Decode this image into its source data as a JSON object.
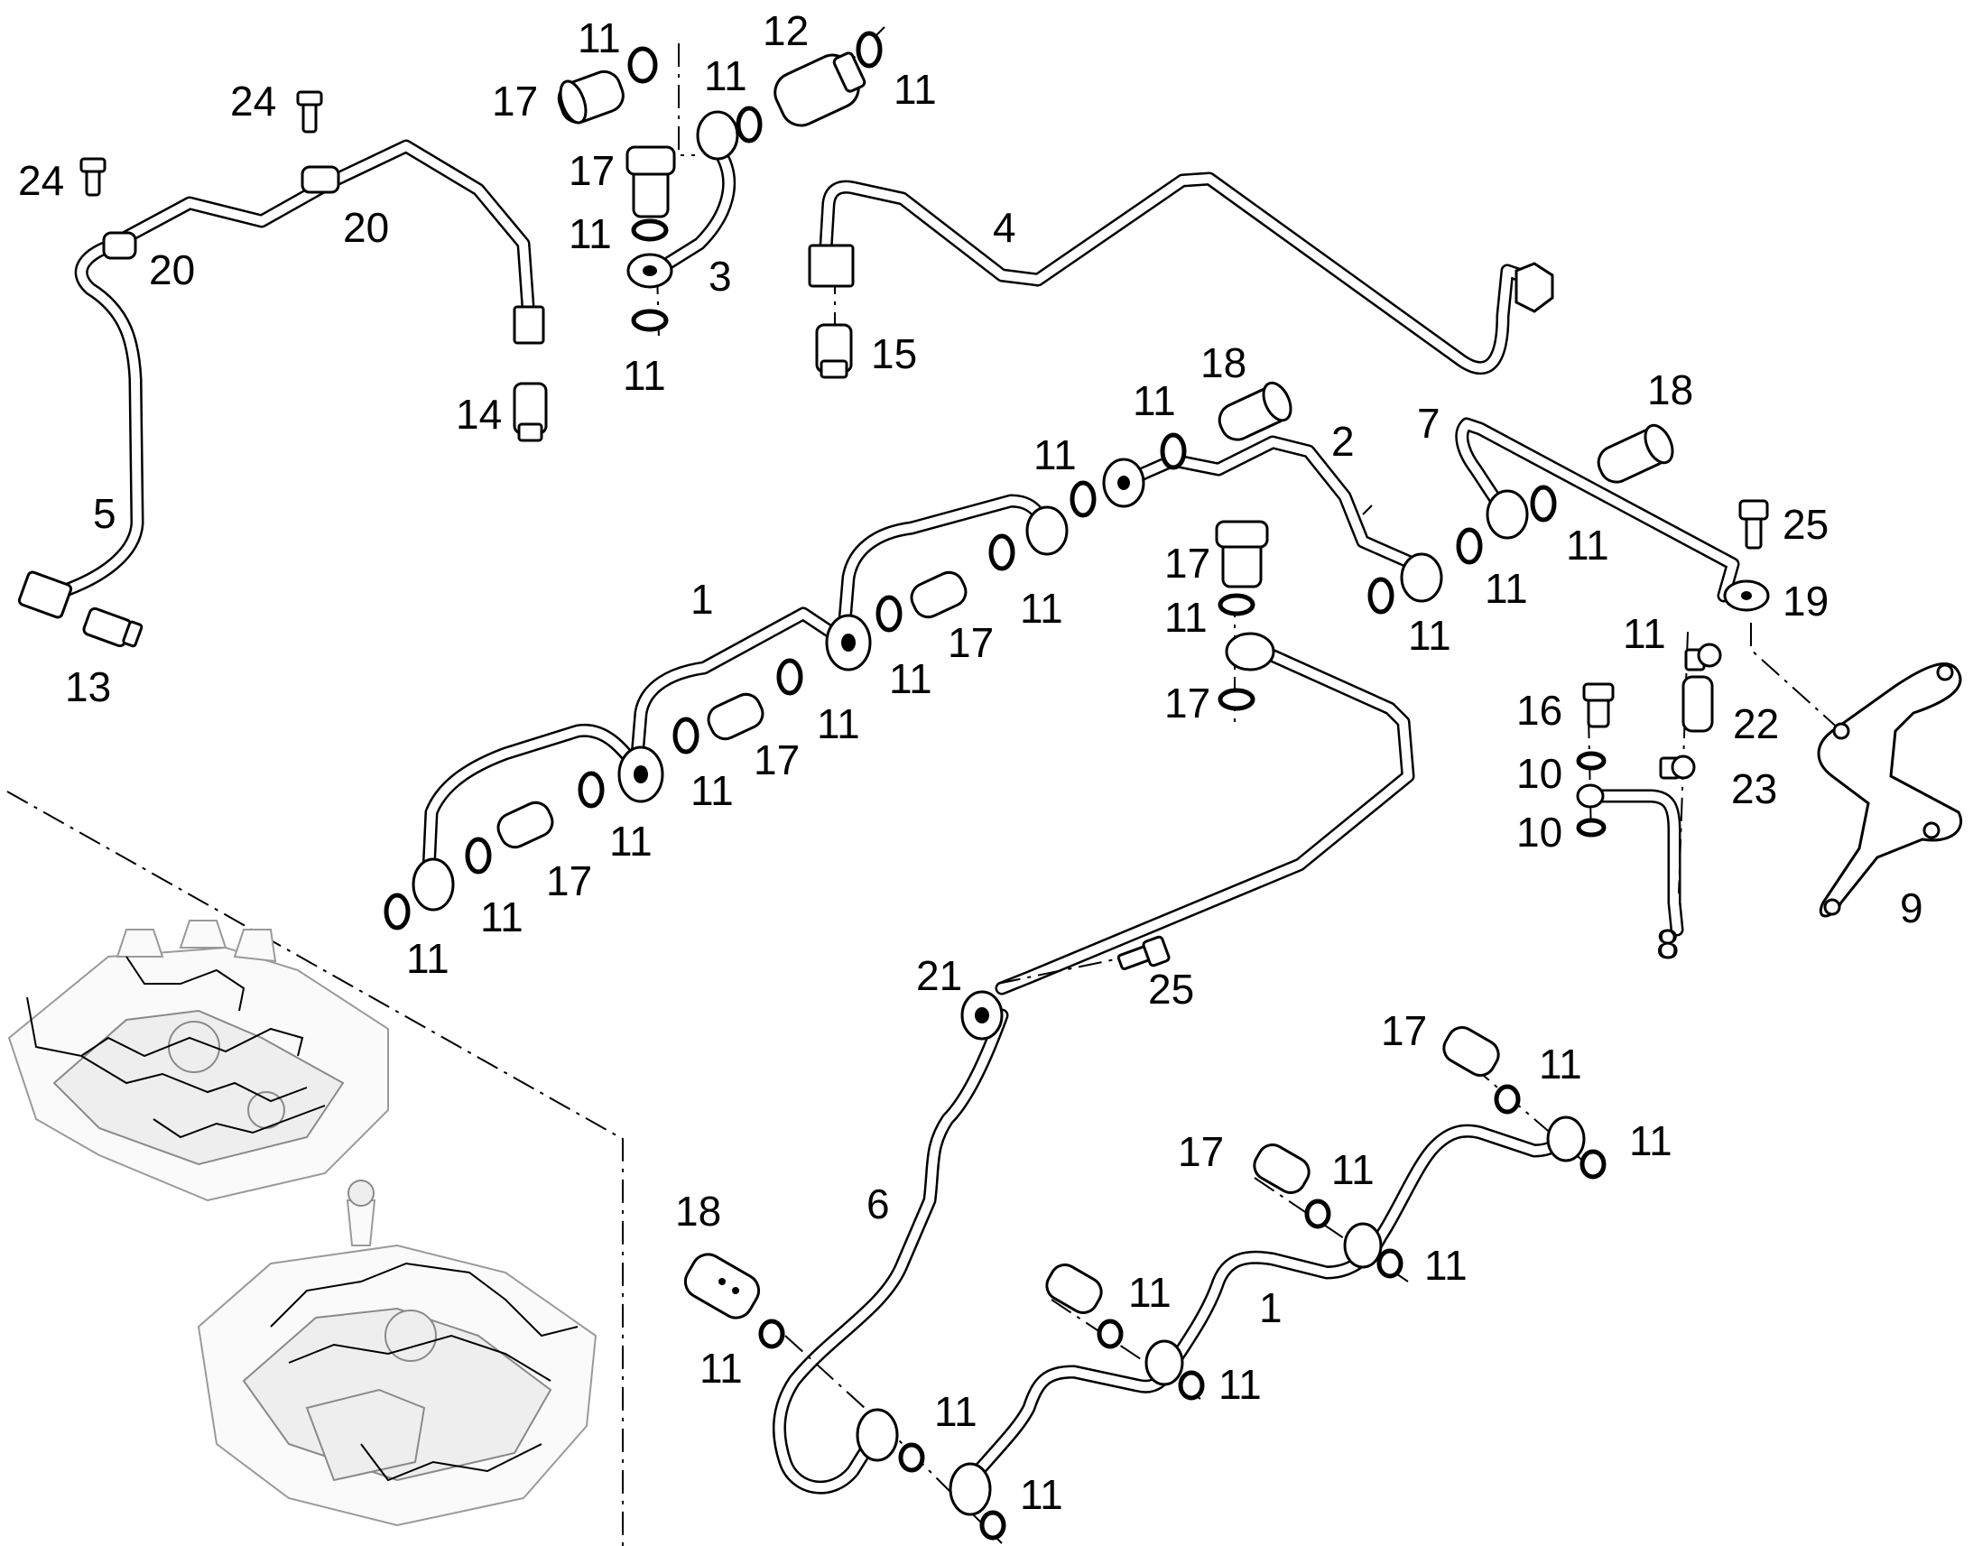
{
  "callouts": [
    {
      "text": "11"
    },
    {
      "text": "12"
    },
    {
      "text": "11"
    },
    {
      "text": "11"
    },
    {
      "text": "17"
    },
    {
      "text": "24"
    },
    {
      "text": "24"
    },
    {
      "text": "20"
    },
    {
      "text": "20"
    },
    {
      "text": "17"
    },
    {
      "text": "11"
    },
    {
      "text": "3"
    },
    {
      "text": "11"
    },
    {
      "text": "4"
    },
    {
      "text": "15"
    },
    {
      "text": "14"
    },
    {
      "text": "5"
    },
    {
      "text": "13"
    },
    {
      "text": "18"
    },
    {
      "text": "11"
    },
    {
      "text": "11"
    },
    {
      "text": "2"
    },
    {
      "text": "7"
    },
    {
      "text": "18"
    },
    {
      "text": "25"
    },
    {
      "text": "11"
    },
    {
      "text": "11"
    },
    {
      "text": "19"
    },
    {
      "text": "11"
    },
    {
      "text": "17"
    },
    {
      "text": "11"
    },
    {
      "text": "1"
    },
    {
      "text": "11"
    },
    {
      "text": "17"
    },
    {
      "text": "11"
    },
    {
      "text": "23"
    },
    {
      "text": "16"
    },
    {
      "text": "22"
    },
    {
      "text": "11"
    },
    {
      "text": "17"
    },
    {
      "text": "10"
    },
    {
      "text": "23"
    },
    {
      "text": "11"
    },
    {
      "text": "11"
    },
    {
      "text": "10"
    },
    {
      "text": "17"
    },
    {
      "text": "11"
    },
    {
      "text": "9"
    },
    {
      "text": "11"
    },
    {
      "text": "8"
    },
    {
      "text": "21"
    },
    {
      "text": "25"
    },
    {
      "text": "17"
    },
    {
      "text": "11"
    },
    {
      "text": "11"
    },
    {
      "text": "17"
    },
    {
      "text": "11"
    },
    {
      "text": "6"
    },
    {
      "text": "18"
    },
    {
      "text": "17"
    },
    {
      "text": "11"
    },
    {
      "text": "11"
    },
    {
      "text": "1"
    },
    {
      "text": "11"
    },
    {
      "text": "11"
    },
    {
      "text": "11"
    },
    {
      "text": "11"
    }
  ],
  "icons": {
    "engine_views": "engine-assembly-icon"
  },
  "colors": {
    "line": "#000000",
    "background": "#ffffff",
    "engine_shade": "#9a9a9a"
  }
}
